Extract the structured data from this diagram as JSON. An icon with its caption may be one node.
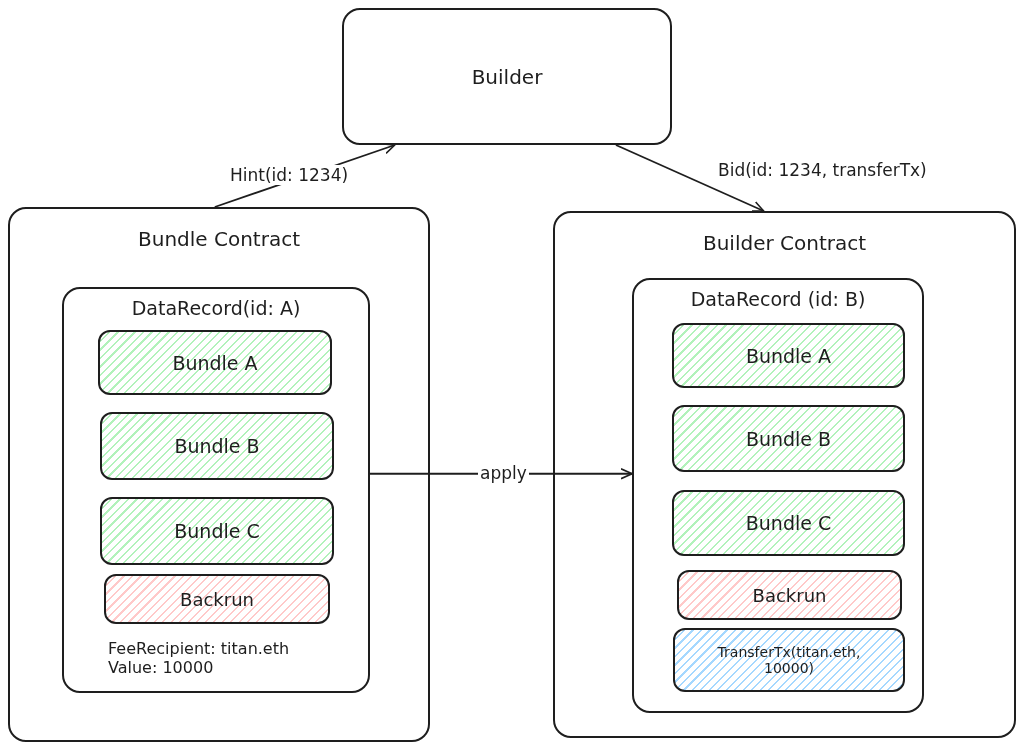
{
  "diagram": {
    "nodes": [
      {
        "text": [
          "Builder"
        ]
      },
      {
        "text": [
          "Bundle Contract"
        ]
      },
      {
        "text": [
          "DataRecord(id: A)",
          "FeeRecipient: titan.eth Value: 10000"
        ],
        "in": 1
      },
      {
        "text": [
          "Bundle A"
        ],
        "in": 2
      },
      {
        "text": [
          "Bundle B"
        ],
        "in": 2
      },
      {
        "text": [
          "Bundle C"
        ],
        "in": 2
      },
      {
        "text": [
          "Backrun"
        ],
        "in": 2
      },
      {
        "text": [
          "Builder Contract"
        ]
      },
      {
        "text": [
          "DataRecord (id: B)"
        ],
        "in": 7
      },
      {
        "text": [
          "Bundle A"
        ],
        "in": 8
      },
      {
        "text": [
          "Bundle B"
        ],
        "in": 8
      },
      {
        "text": [
          "Bundle C"
        ],
        "in": 8
      },
      {
        "text": [
          "Backrun"
        ],
        "in": 8
      },
      {
        "text": [
          "TransferTx(titan.eth, 10000)"
        ],
        "in": 8
      }
    ],
    "edges": [
      {
        "from": 1,
        "to": 0,
        "arrow": "to",
        "label": "Hint(id: 1234)"
      },
      {
        "from": 0,
        "to": 7,
        "arrow": "to",
        "label": "Bid(id: 1234, transferTx)"
      },
      {
        "from": 2,
        "to": 8,
        "arrow": "to",
        "label": "apply"
      }
    ]
  }
}
